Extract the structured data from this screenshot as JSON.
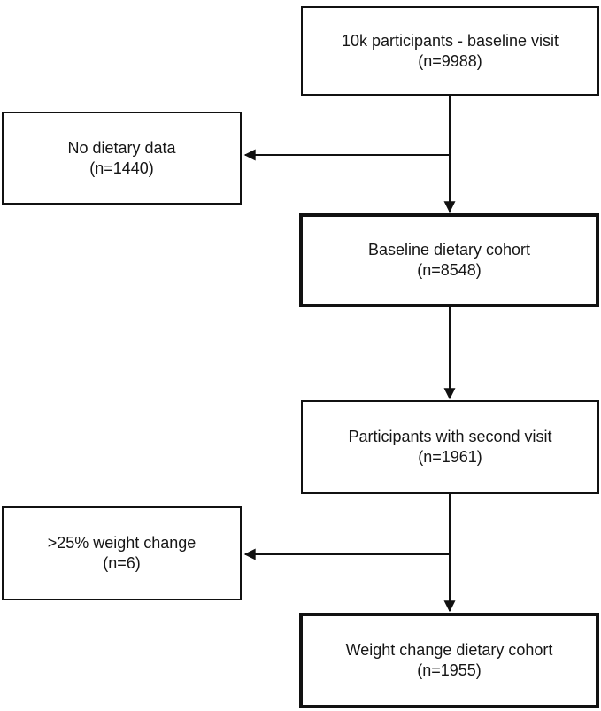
{
  "flowchart": {
    "description": "Participant flow diagram",
    "boxes": [
      {
        "id": "baseline-visit",
        "label": "10k participants - baseline visit",
        "count": "(n=9988)",
        "emphasis": false
      },
      {
        "id": "no-dietary-data",
        "label": "No dietary data",
        "count": "(n=1440)",
        "emphasis": false
      },
      {
        "id": "baseline-dietary-cohort",
        "label": "Baseline dietary cohort",
        "count": "(n=8548)",
        "emphasis": true
      },
      {
        "id": "second-visit",
        "label": "Participants with second visit",
        "count": "(n=1961)",
        "emphasis": false
      },
      {
        "id": "weight-change-exclusion",
        "label": ">25% weight change",
        "count": "(n=6)",
        "emphasis": false
      },
      {
        "id": "weight-change-cohort",
        "label": "Weight change dietary cohort",
        "count": "(n=1955)",
        "emphasis": true
      }
    ],
    "connectors": [
      {
        "from": "baseline-visit",
        "to": "baseline-dietary-cohort",
        "type": "arrow-down"
      },
      {
        "from": "baseline-visit",
        "to": "no-dietary-data",
        "type": "arrow-left-branch"
      },
      {
        "from": "baseline-dietary-cohort",
        "to": "second-visit",
        "type": "arrow-down"
      },
      {
        "from": "second-visit",
        "to": "weight-change-cohort",
        "type": "arrow-down"
      },
      {
        "from": "second-visit",
        "to": "weight-change-exclusion",
        "type": "arrow-left-branch"
      }
    ],
    "colors": {
      "background": "#ffffff",
      "box_fill": "#ffffff",
      "box_border": "#111111",
      "line": "#111111",
      "text": "#161616"
    }
  }
}
